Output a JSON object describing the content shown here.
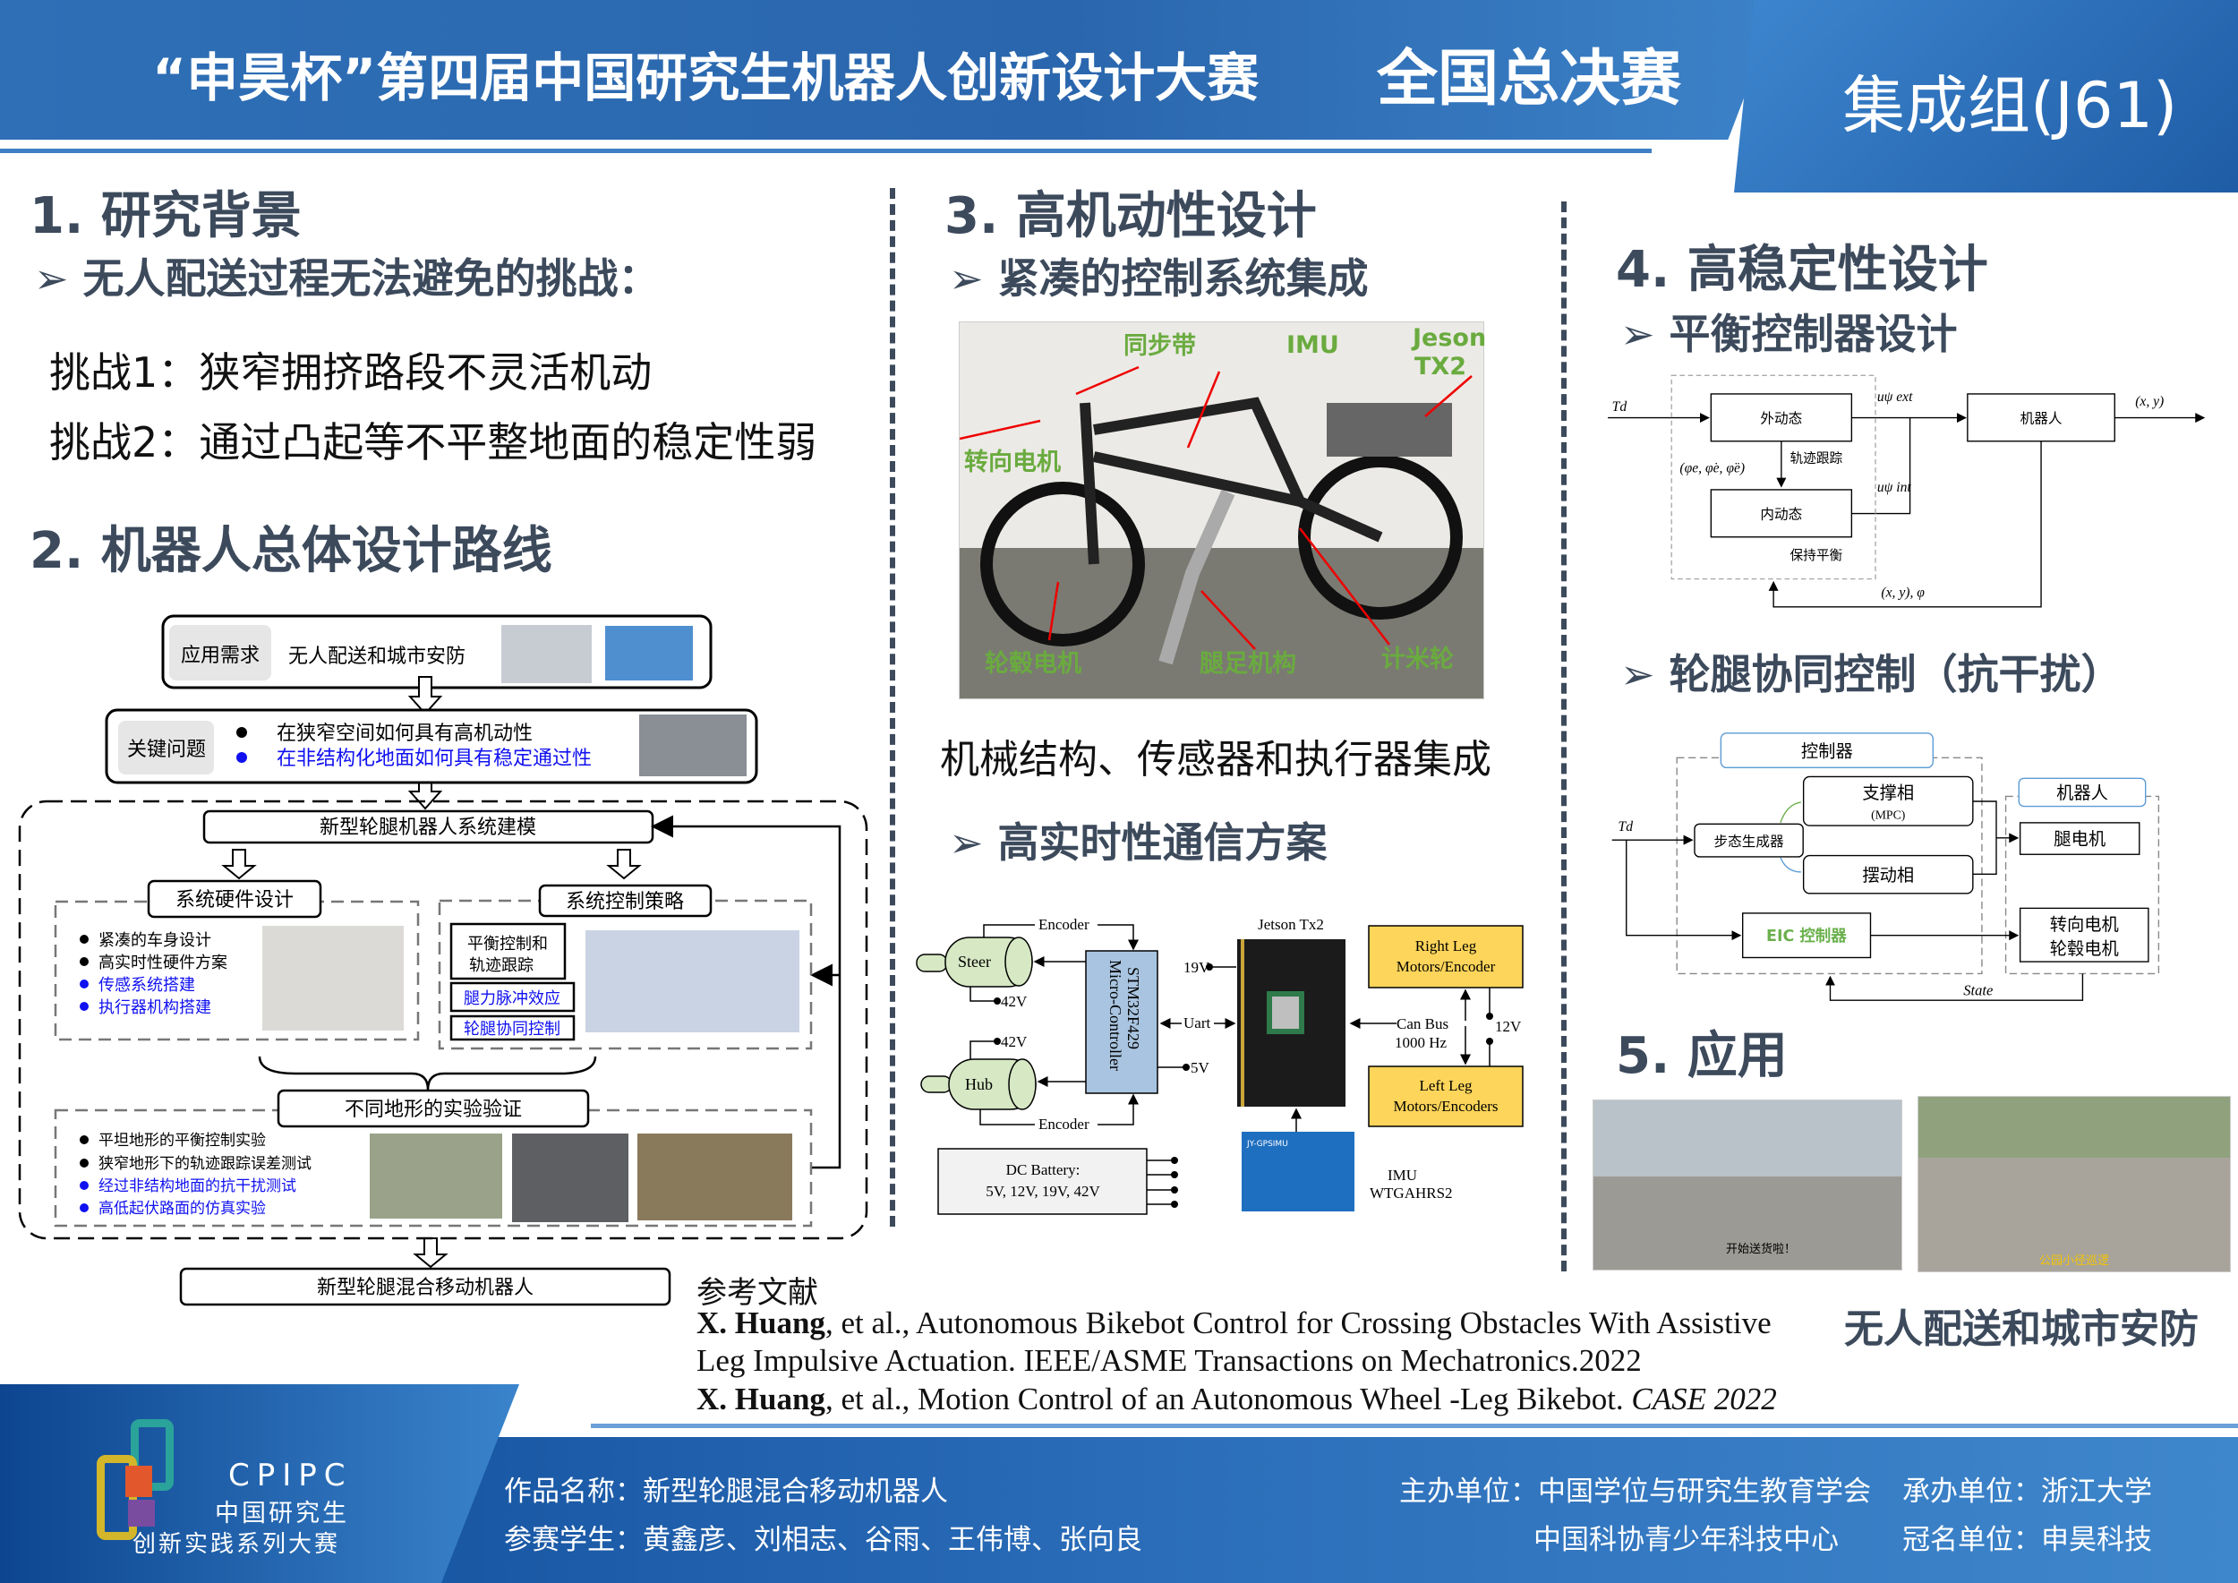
{
  "header": {
    "title": "“申昊杯”第四届中国研究生机器人创新设计大赛",
    "stage": "全国总决赛",
    "group": "集成组(J61)"
  },
  "s1": {
    "title": "1. 研究背景",
    "sub": "➢ 无人配送过程无法避免的挑战：",
    "c1": "挑战1：狭窄拥挤路段不灵活机动",
    "c2": "挑战2：通过凸起等不平整地面的稳定性弱"
  },
  "s2": {
    "title": "2. 机器人总体设计路线",
    "flow": {
      "need_label": "应用需求",
      "need_text": "无人配送和城市安防",
      "key_label": "关键问题",
      "key1": "在狭窄空间如何具有高机动性",
      "key2": "在非结构化地面如何具有稳定通过性",
      "model": "新型轮腿机器人系统建模",
      "hw": "系统硬件设计",
      "hw_items": [
        "紧凑的车身设计",
        "高实时性硬件方案",
        "传感系统搭建",
        "执行器机构搭建"
      ],
      "ctrl": "系统控制策略",
      "ctrl_a1": "平衡控制和",
      "ctrl_a2": "轨迹跟踪",
      "ctrl_b": "腿力脉冲效应",
      "ctrl_c": "轮腿协同控制",
      "exp": "不同地形的实验验证",
      "exp_items": [
        "平坦地形的平衡控制实验",
        "狭窄地形下的轨迹跟踪误差测试",
        "经过非结构地面的抗干扰测试",
        "高低起伏路面的仿真实验"
      ],
      "result": "新型轮腿混合移动机器人"
    }
  },
  "s3": {
    "title": "3. 高机动性设计",
    "sub1": "➢ 紧凑的控制系统集成",
    "photo_labels": {
      "belt": "同步带",
      "imu": "IMU",
      "jeson1": "Jeson",
      "jeson2": "TX2",
      "steer": "转向电机",
      "hub": "轮毂电机",
      "leg": "腿足机构",
      "meter": "计米轮"
    },
    "caption": "机械结构、传感器和执行器集成",
    "sub2": "➢ 高实时性通信方案",
    "comm": {
      "encoder": "Encoder",
      "steer": "Steer",
      "hub": "Hub",
      "v42": "42V",
      "mcu1": "STM32F429",
      "mcu2": "Micro-Controller",
      "v19": "19V",
      "uart": "Uart",
      "v5": "5V",
      "jetson": "Jetson Tx2",
      "right1": "Right Leg",
      "right2": "Motors/Encoder",
      "left1": "Left Leg",
      "left2": "Motors/Encoders",
      "can1": "Can Bus",
      "can2": "1000 Hz",
      "v12": "12V",
      "imu1": "IMU",
      "imu2": "WTGAHRS2",
      "imu_brand": "JY-GPSIMU",
      "bat1": "DC Battery:",
      "bat2": "5V,  12V, 19V, 42V"
    }
  },
  "s4": {
    "title": "4. 高稳定性设计",
    "sub1": "➢ 平衡控制器设计",
    "bal": {
      "td": "Td",
      "outer": "外动态",
      "inner": "内动态",
      "track": "轨迹跟踪",
      "phi": "(φe, φ̇e, φ̈e)",
      "uext": "uψ ext",
      "uint": "uψ int",
      "robot": "机器人",
      "xy": "(x, y)",
      "fb": "(x, y), φ",
      "keep": "保持平衡"
    },
    "sub2": "➢ 轮腿协同控制（抗干扰）",
    "coop": {
      "controller": "控制器",
      "support": "支撑相",
      "mpc": "(MPC)",
      "swing": "摆动相",
      "gait": "步态生成器",
      "td": "Td",
      "robot": "机器人",
      "leg_motor": "腿电机",
      "eic": "EIC 控制器",
      "steer_motor": "转向电机",
      "hub_motor": "轮毂电机",
      "state": "State"
    }
  },
  "s5": {
    "title": "5. 应用",
    "caption": "无人配送和城市安防",
    "photo1_text": "开始送货啦！",
    "photo2_text": "公园小径巡逻"
  },
  "refs": {
    "title": "参考文献",
    "r1_author": "X. Huang",
    "r1_a": ", et al., Autonomous Bikebot Control for Crossing Obstacles With Assistive",
    "r1_b": "Leg Impulsive Actuation. IEEE/ASME Transactions on Mechatronics.2022",
    "r2_author": "X. Huang",
    "r2_a": ", et al., Motion Control of an Autonomous Wheel -Leg Bikebot. ",
    "r2_venue": "CASE 2022"
  },
  "footer": {
    "logo1": "CPIPC",
    "logo2": "中国研究生",
    "logo3": "创新实践系列大赛",
    "work": "作品名称：新型轮腿混合移动机器人",
    "students": "参赛学生：黄鑫彦、刘相志、谷雨、王伟博、张向良",
    "host": "主办单位：中国学位与研究生教育学会",
    "host2": "中国科协青少年科技中心",
    "org": "承办单位：浙江大学",
    "sponsor": "冠名单位：申昊科技"
  }
}
